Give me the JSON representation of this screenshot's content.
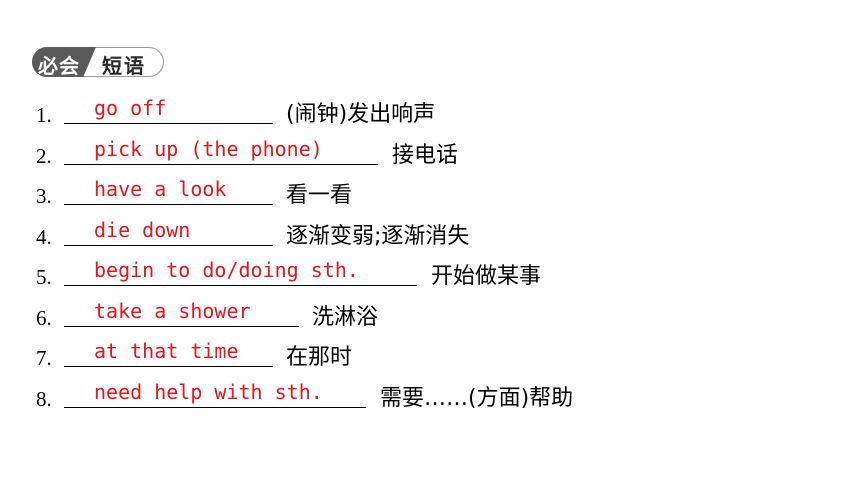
{
  "header": {
    "left_label": "必会",
    "right_label": "短语"
  },
  "items": [
    {
      "number": "1.",
      "answer": "go off",
      "meaning": "(闹钟)发出响声"
    },
    {
      "number": "2.",
      "answer": "pick up (the phone)",
      "meaning": "接电话"
    },
    {
      "number": "3.",
      "answer": "have a look",
      "meaning": "看一看"
    },
    {
      "number": "4.",
      "answer": "die down",
      "meaning": "逐渐变弱;逐渐消失"
    },
    {
      "number": "5.",
      "answer": "begin to do/doing sth.",
      "meaning": "开始做某事"
    },
    {
      "number": "6.",
      "answer": "take a shower",
      "meaning": "洗淋浴"
    },
    {
      "number": "7.",
      "answer": "at that time",
      "meaning": "在那时"
    },
    {
      "number": "8.",
      "answer": "need help with sth.",
      "meaning": "需要……(方面)帮助"
    }
  ],
  "colors": {
    "answer": "#e8141a",
    "badge_dark": "#5a5a5a"
  }
}
